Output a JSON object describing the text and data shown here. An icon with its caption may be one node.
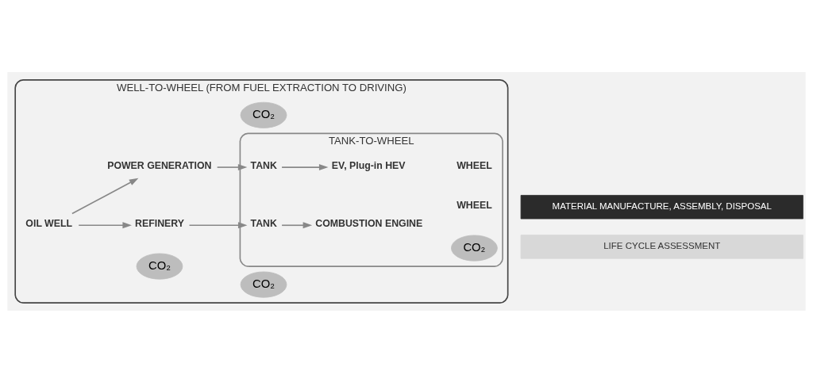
{
  "diagram": {
    "nodes": [
      {
        "text": [
          "WELL-TO-WHEEL (FROM FUEL EXTRACTION TO DRIVING)"
        ]
      },
      {
        "text": [
          "CO₂"
        ],
        "in": 0
      },
      {
        "text": [
          "OIL WELL"
        ],
        "in": 0
      },
      {
        "text": [
          "CO₂"
        ],
        "in": 0
      },
      {
        "text": [
          "REFINERY"
        ],
        "in": 0
      },
      {
        "text": [
          "CO₂"
        ],
        "in": 0
      },
      {
        "text": [
          "POWER GENERATION"
        ],
        "in": 0
      },
      {
        "text": [
          "TANK-TO-WHEEL"
        ],
        "in": 0
      },
      {
        "text": [
          "TANK"
        ],
        "in": 7
      },
      {
        "text": [
          "COMBUSTION ENGINE"
        ],
        "in": 7
      },
      {
        "text": [
          "CO₂"
        ],
        "in": 7
      },
      {
        "text": [
          "WHEEL"
        ],
        "in": 7
      },
      {
        "text": [
          "TANK"
        ],
        "in": 7
      },
      {
        "text": [
          "EV, Plug-in HEV"
        ],
        "in": 7
      },
      {
        "text": [
          "WHEEL"
        ],
        "in": 7
      },
      {
        "text": [
          "MATERIAL MANUFACTURE, ASSEMBLY, DISPOSAL"
        ]
      },
      {
        "text": [
          "LIFE CYCLE ASSESSMENT"
        ]
      }
    ],
    "edges": [
      {
        "from": 2,
        "to": 4,
        "arrow": "to"
      },
      {
        "from": 2,
        "to": 6,
        "arrow": "to"
      },
      {
        "from": 4,
        "to": 8,
        "arrow": "to"
      },
      {
        "from": 6,
        "to": 12,
        "arrow": "to"
      },
      {
        "from": 8,
        "to": 9,
        "arrow": "to"
      },
      {
        "from": 12,
        "to": 13,
        "arrow": "to"
      }
    ]
  }
}
